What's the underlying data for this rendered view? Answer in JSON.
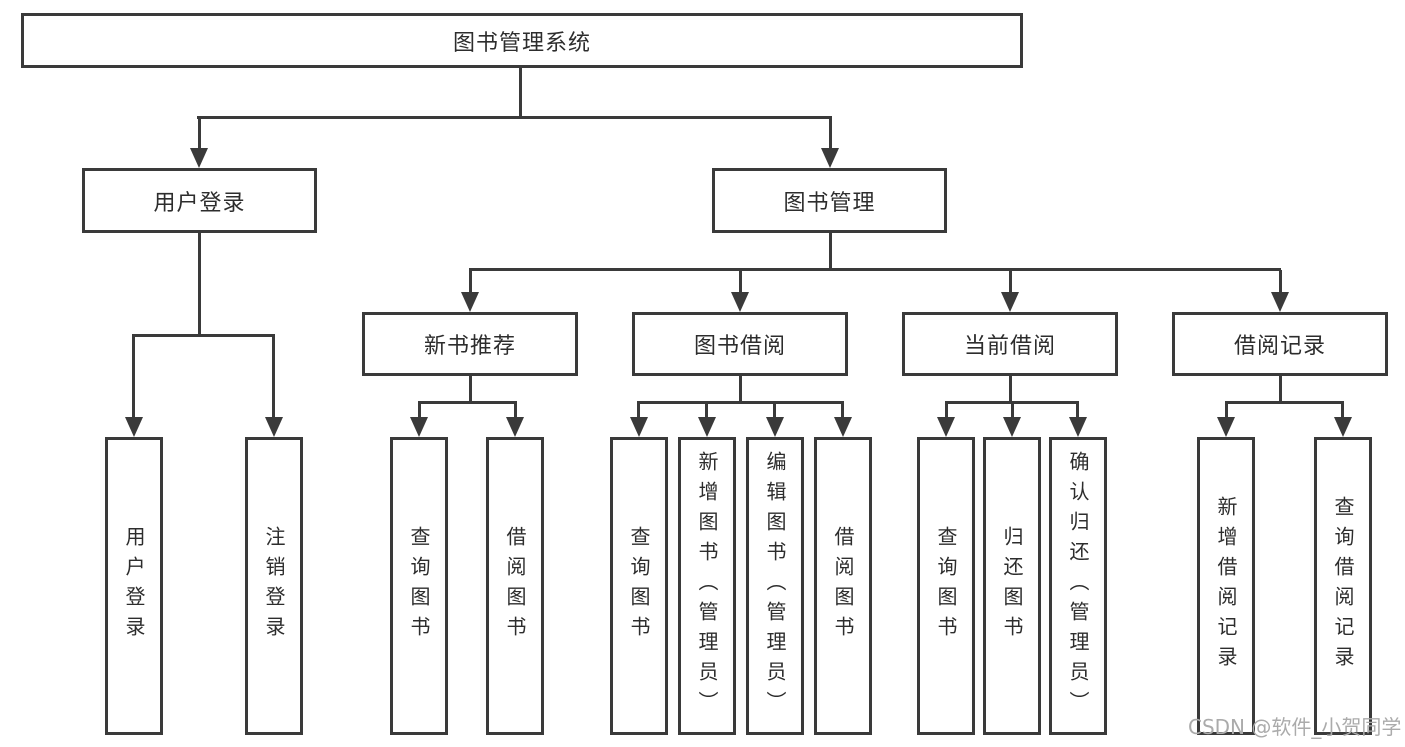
{
  "diagram": {
    "root": {
      "label": "图书管理系统"
    },
    "level2": [
      {
        "label": "用户登录"
      },
      {
        "label": "图书管理"
      }
    ],
    "level3": [
      {
        "label": "新书推荐"
      },
      {
        "label": "图书借阅"
      },
      {
        "label": "当前借阅"
      },
      {
        "label": "借阅记录"
      }
    ],
    "leaves": {
      "user_login": [
        "用户登录",
        "注销登录"
      ],
      "new_books": [
        "查询图书",
        "借阅图书"
      ],
      "book_borrow": [
        "查询图书",
        "新增图书（管理员）",
        "编辑图书（管理员）",
        "借阅图书"
      ],
      "current_borrow": [
        "查询图书",
        "归还图书",
        "确认归还（管理员）"
      ],
      "borrow_records": [
        "新增借阅记录",
        "查询借阅记录"
      ]
    }
  },
  "watermark": "CSDN @软件_小贺同学",
  "colors": {
    "line": "#3a3a3a",
    "text": "#2d2d2d",
    "watermark": "#ababab",
    "background": "#ffffff"
  }
}
